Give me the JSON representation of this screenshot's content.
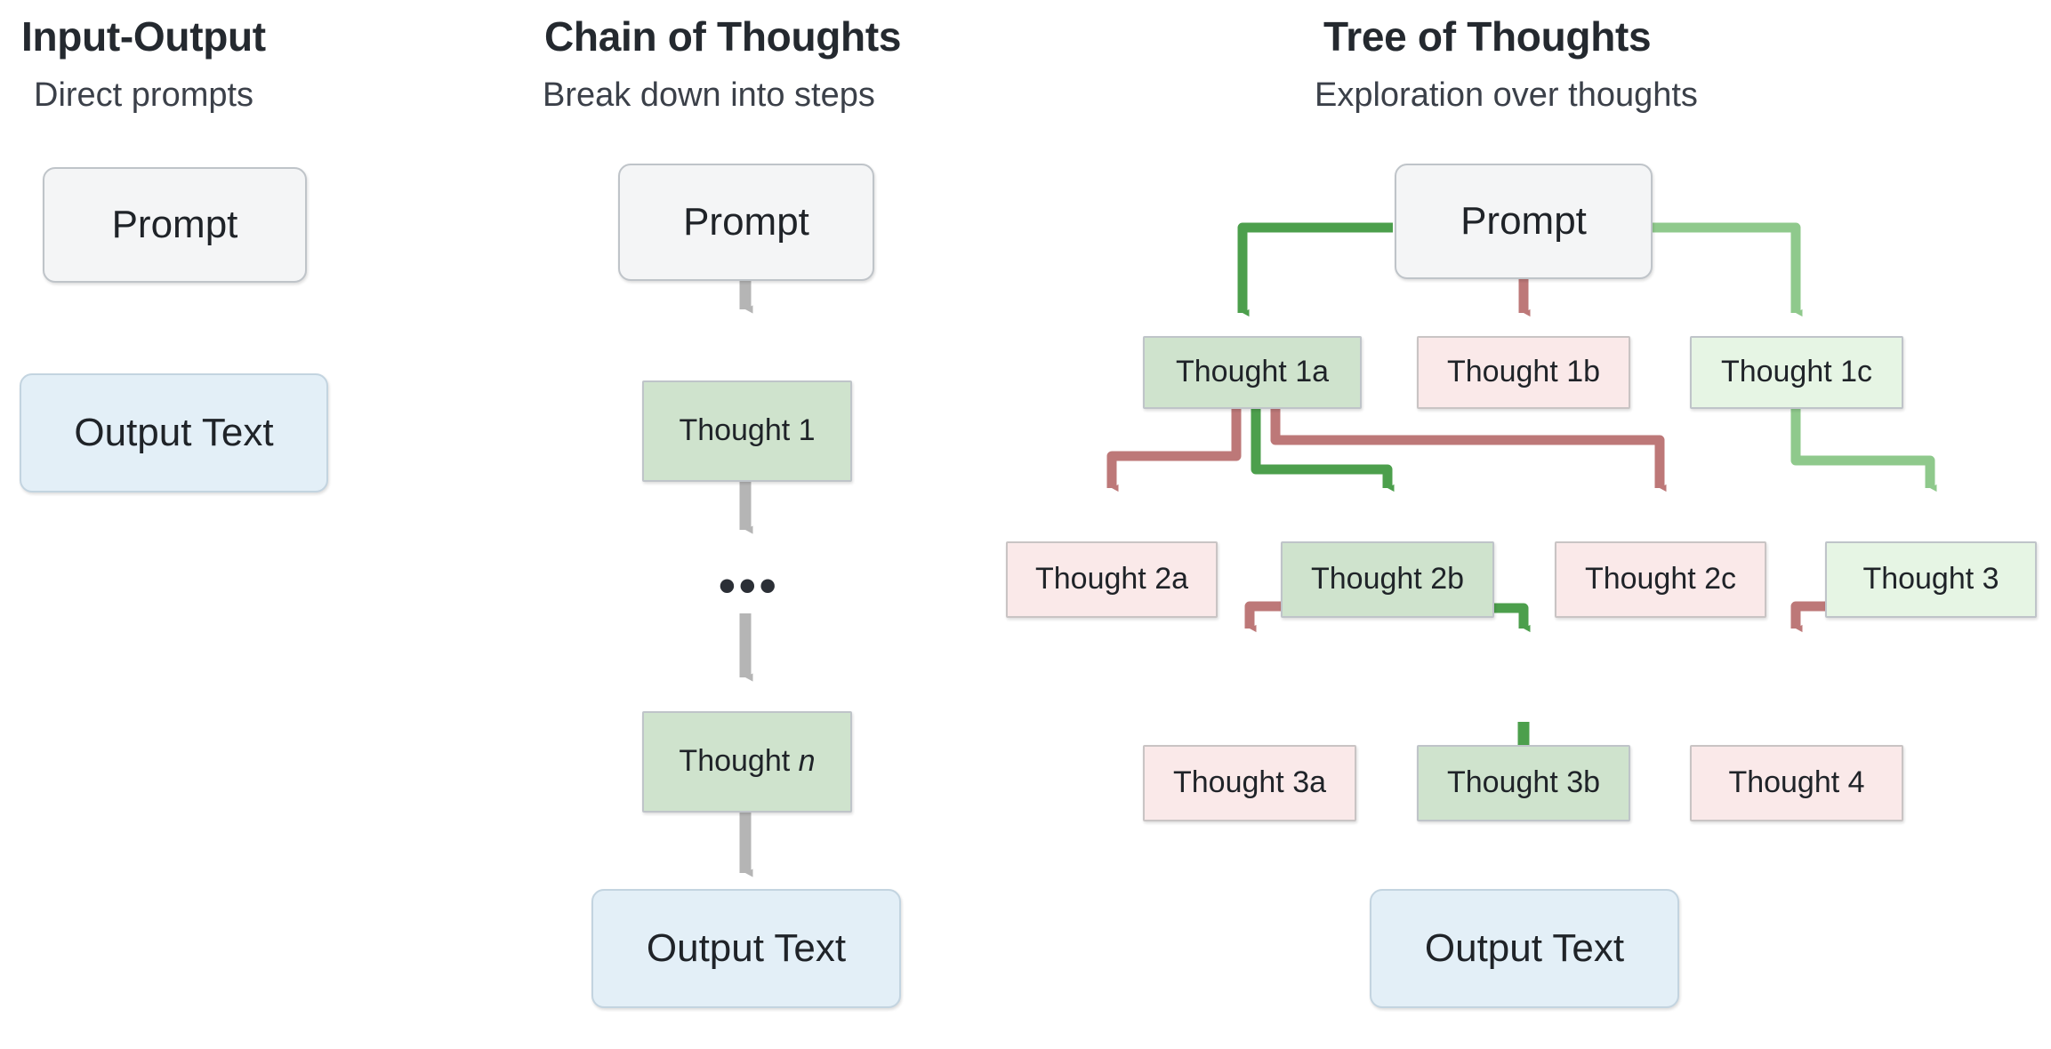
{
  "columns": [
    {
      "id": "input-output",
      "title": "Input-Output",
      "subtitle": "Direct prompts"
    },
    {
      "id": "chain-of-thoughts",
      "title": "Chain of Thoughts",
      "subtitle": "Break down into steps"
    },
    {
      "id": "tree-of-thoughts",
      "title": "Tree of Thoughts",
      "subtitle": "Exploration over thoughts"
    }
  ],
  "colors": {
    "prompt_fill": "#f4f5f6",
    "output_fill": "#e3eff7",
    "thought_selected_fill": "#cfe3cd",
    "thought_candidate_fill": "#e6f5e4",
    "thought_rejected_fill": "#fae9e9",
    "box_border": "#bfc4c9",
    "arrow_gray": "#b5b5b5",
    "arrow_green_dark": "#4c9f4c",
    "arrow_green_light": "#8fc98c",
    "arrow_red": "#bd7878",
    "text": "#24292f"
  },
  "io": {
    "prompt_label": "Prompt",
    "output_label": "Output Text"
  },
  "cot": {
    "prompt_label": "Prompt",
    "thought1_label": "Thought 1",
    "ellipsis_label": "•••",
    "thought_n_prefix": "Thought ",
    "thought_n_index": "n",
    "output_label": "Output Text"
  },
  "tot": {
    "prompt_label": "Prompt",
    "output_label": "Output Text",
    "nodes": [
      {
        "id": "t1a",
        "label": "Thought 1a",
        "state": "selected"
      },
      {
        "id": "t1b",
        "label": "Thought 1b",
        "state": "rejected"
      },
      {
        "id": "t1c",
        "label": "Thought 1c",
        "state": "candidate"
      },
      {
        "id": "t2a",
        "label": "Thought 2a",
        "state": "rejected"
      },
      {
        "id": "t2b",
        "label": "Thought 2b",
        "state": "selected"
      },
      {
        "id": "t2c",
        "label": "Thought 2c",
        "state": "rejected"
      },
      {
        "id": "t3",
        "label": "Thought 3",
        "state": "candidate"
      },
      {
        "id": "t3a",
        "label": "Thought 3a",
        "state": "rejected"
      },
      {
        "id": "t3b",
        "label": "Thought 3b",
        "state": "selected"
      },
      {
        "id": "t4",
        "label": "Thought 4",
        "state": "rejected"
      }
    ],
    "edges": [
      {
        "from": "prompt",
        "to": "t1a",
        "color": "green_dark"
      },
      {
        "from": "prompt",
        "to": "t1b",
        "color": "red"
      },
      {
        "from": "prompt",
        "to": "t1c",
        "color": "green_light"
      },
      {
        "from": "t1a",
        "to": "t2a",
        "color": "red"
      },
      {
        "from": "t1a",
        "to": "t2b",
        "color": "green_dark"
      },
      {
        "from": "t1a",
        "to": "t2c",
        "color": "red"
      },
      {
        "from": "t1c",
        "to": "t3",
        "color": "green_light"
      },
      {
        "from": "t2b",
        "to": "t3a",
        "color": "red"
      },
      {
        "from": "t2b",
        "to": "t3b",
        "color": "green_dark"
      },
      {
        "from": "t3",
        "to": "t4",
        "color": "red"
      },
      {
        "from": "t3b",
        "to": "output",
        "color": "green_dark"
      }
    ]
  }
}
